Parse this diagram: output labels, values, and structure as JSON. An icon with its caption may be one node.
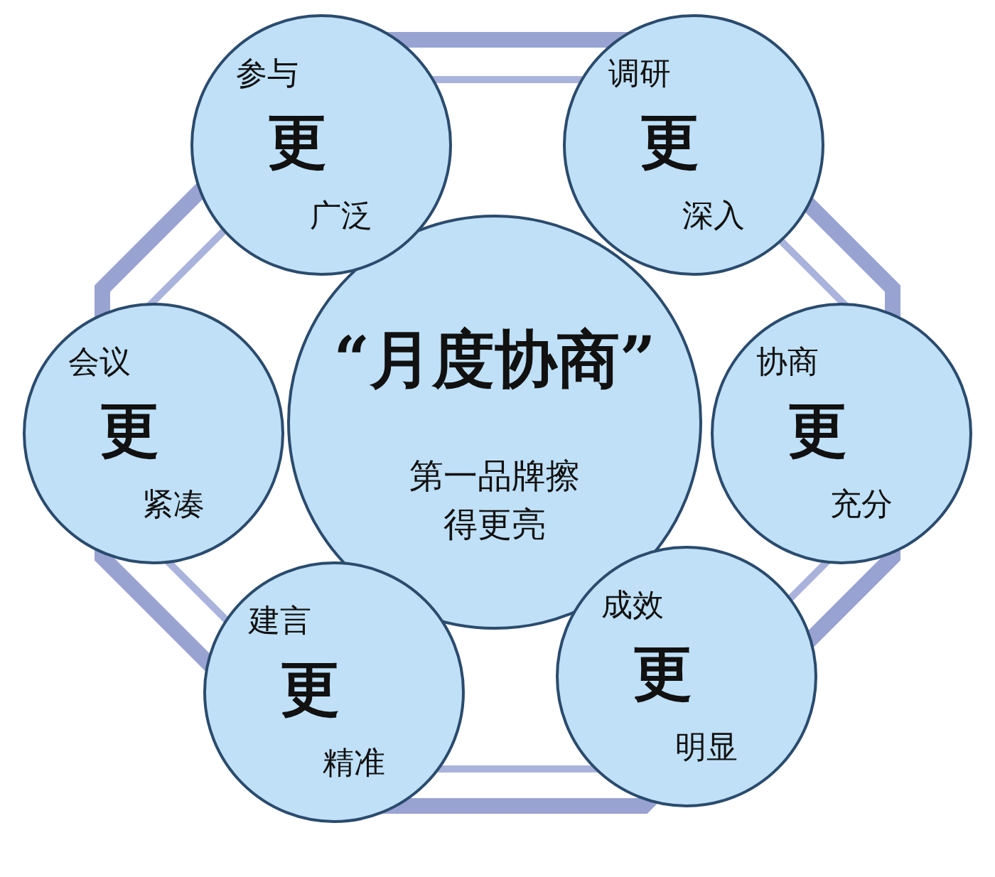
{
  "diagram": {
    "nodes": [
      {
        "text": [
          "“月度协商”",
          "第一品牌擦得更亮"
        ]
      },
      {
        "text": [
          "参与",
          "更",
          "广泛"
        ]
      },
      {
        "text": [
          "调研",
          "更",
          "深入"
        ]
      },
      {
        "text": [
          "会议",
          "更",
          "紧凑"
        ]
      },
      {
        "text": [
          "协商",
          "更",
          "充分"
        ]
      },
      {
        "text": [
          "建言",
          "更",
          "精准"
        ]
      },
      {
        "text": [
          "成效",
          "更",
          "明显"
        ]
      }
    ]
  }
}
